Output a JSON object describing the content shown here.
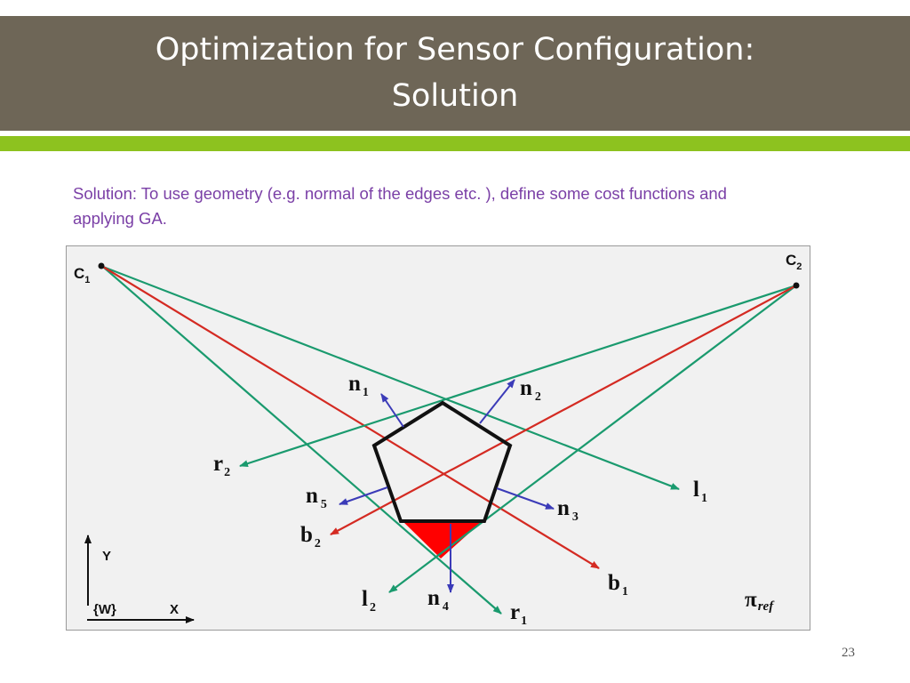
{
  "title": {
    "line1": "Optimization for Sensor Configuration:",
    "line2": "Solution"
  },
  "body_text": "Solution: To use geometry (e.g. normal of the edges etc. ), define some cost functions and applying GA.",
  "page_number": "23",
  "colors": {
    "title_bar": "#6e6657",
    "accent_rule": "#8dc21f",
    "text": "#7a3fa6",
    "green_ray": "#1a9a6e",
    "red_ray": "#d42a22",
    "normal_arrow": "#3b3bb8",
    "occluded_region": "#ff0000"
  },
  "diagram": {
    "cameras": [
      {
        "base": "C",
        "sub": "1"
      },
      {
        "base": "C",
        "sub": "2"
      }
    ],
    "normals": [
      {
        "base": "n",
        "sub": "1"
      },
      {
        "base": "n",
        "sub": "2"
      },
      {
        "base": "n",
        "sub": "3"
      },
      {
        "base": "n",
        "sub": "4"
      },
      {
        "base": "n",
        "sub": "5"
      }
    ],
    "rays": [
      {
        "base": "r",
        "sub": "1"
      },
      {
        "base": "r",
        "sub": "2"
      },
      {
        "base": "l",
        "sub": "1"
      },
      {
        "base": "l",
        "sub": "2"
      },
      {
        "base": "b",
        "sub": "1"
      },
      {
        "base": "b",
        "sub": "2"
      }
    ],
    "axes": {
      "y": "Y",
      "x": "X",
      "frame": "{W}"
    },
    "reference_plane": {
      "base": "π",
      "sub": "ref"
    }
  }
}
